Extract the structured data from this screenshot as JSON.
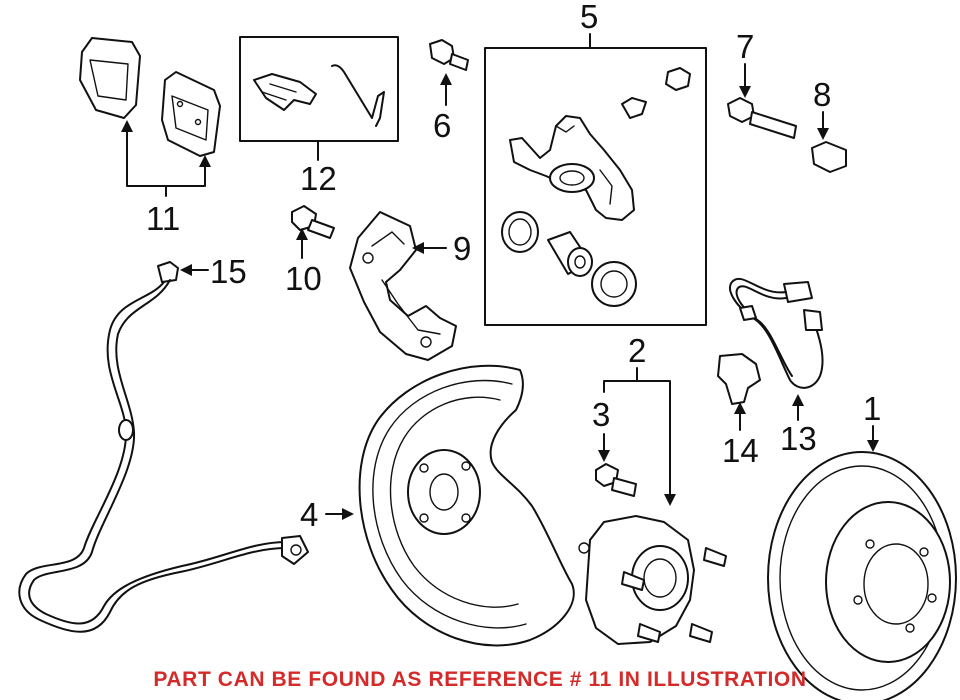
{
  "callouts": {
    "c1": "1",
    "c2": "2",
    "c3": "3",
    "c4": "4",
    "c5": "5",
    "c6": "6",
    "c7": "7",
    "c8": "8",
    "c9": "9",
    "c10": "10",
    "c11": "11",
    "c12": "12",
    "c13": "13",
    "c14": "14",
    "c15": "15"
  },
  "note": {
    "text": "PART CAN BE FOUND AS REFERENCE # 11 IN ILLUSTRATION",
    "color": "#d42a2a"
  },
  "colors": {
    "line": "#111111",
    "background": "#ffffff"
  }
}
